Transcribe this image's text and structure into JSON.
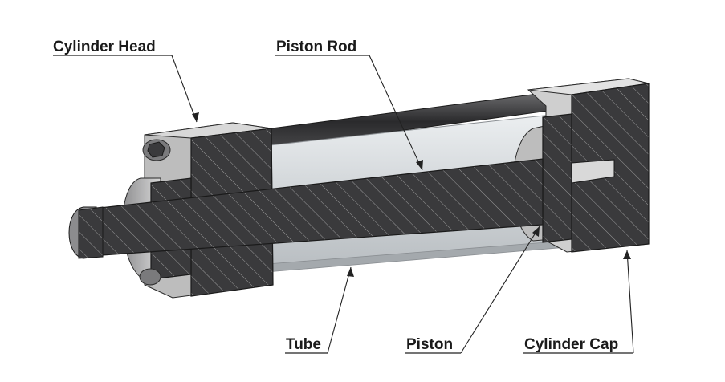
{
  "diagram": {
    "labels": {
      "cylinder_head": "Cylinder Head",
      "piston_rod": "Piston Rod",
      "tube": "Tube",
      "piston": "Piston",
      "cylinder_cap": "Cylinder Cap"
    },
    "colors": {
      "section_fill": "#3a3a3c",
      "hatch": "#9a9a9a",
      "tube_glass": "#d6dadd",
      "metal_light": "#cfcfcf",
      "metal_dark": "#6e6e70",
      "tie_rod": "#2e2e30"
    }
  }
}
